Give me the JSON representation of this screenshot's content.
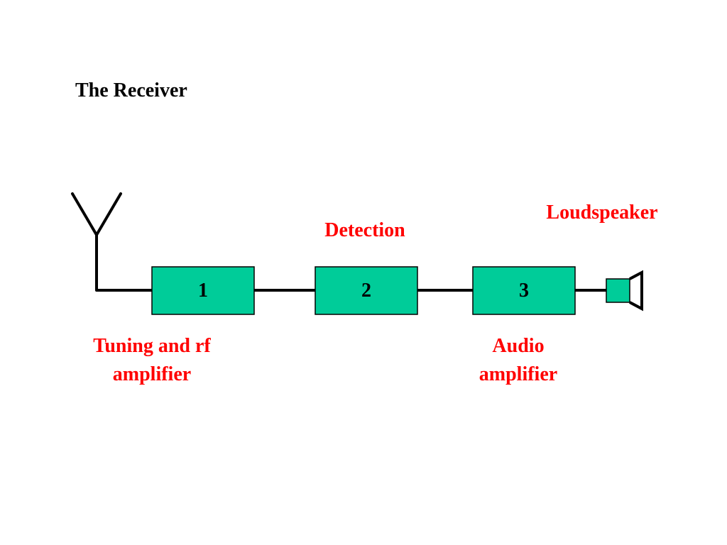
{
  "title": "The Receiver",
  "colors": {
    "block_fill": "#00cc99",
    "label_color": "#ff0000",
    "line_color": "#000000"
  },
  "blocks": [
    {
      "number": "1"
    },
    {
      "number": "2"
    },
    {
      "number": "3"
    }
  ],
  "labels": {
    "loudspeaker": "Loudspeaker",
    "detection": "Detection",
    "tuning_line1": "Tuning and rf",
    "tuning_line2": "amplifier",
    "audio_line1": "Audio",
    "audio_line2": "amplifier"
  }
}
